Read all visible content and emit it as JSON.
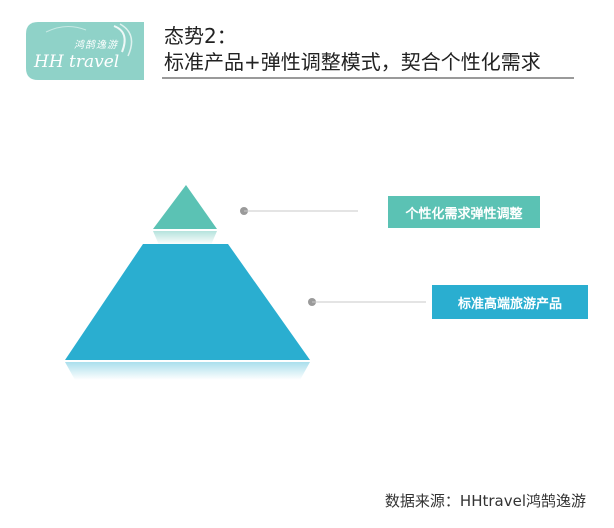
{
  "logo": {
    "script_text": "鸿鹄逸游",
    "text": "HH travel",
    "bg_color": "#8fd2c8"
  },
  "header": {
    "title_line1": "态势2：",
    "title_line2": "标准产品+弹性调整模式，契合个性化需求"
  },
  "pyramid": {
    "top": {
      "label": "个性化需求弹性调整",
      "color": "#5bc2b4"
    },
    "bottom": {
      "label": "标准高端旅游产品",
      "color": "#2aaed0"
    }
  },
  "footer": {
    "source": "数据来源：HHtravel鸿鹄逸游"
  }
}
